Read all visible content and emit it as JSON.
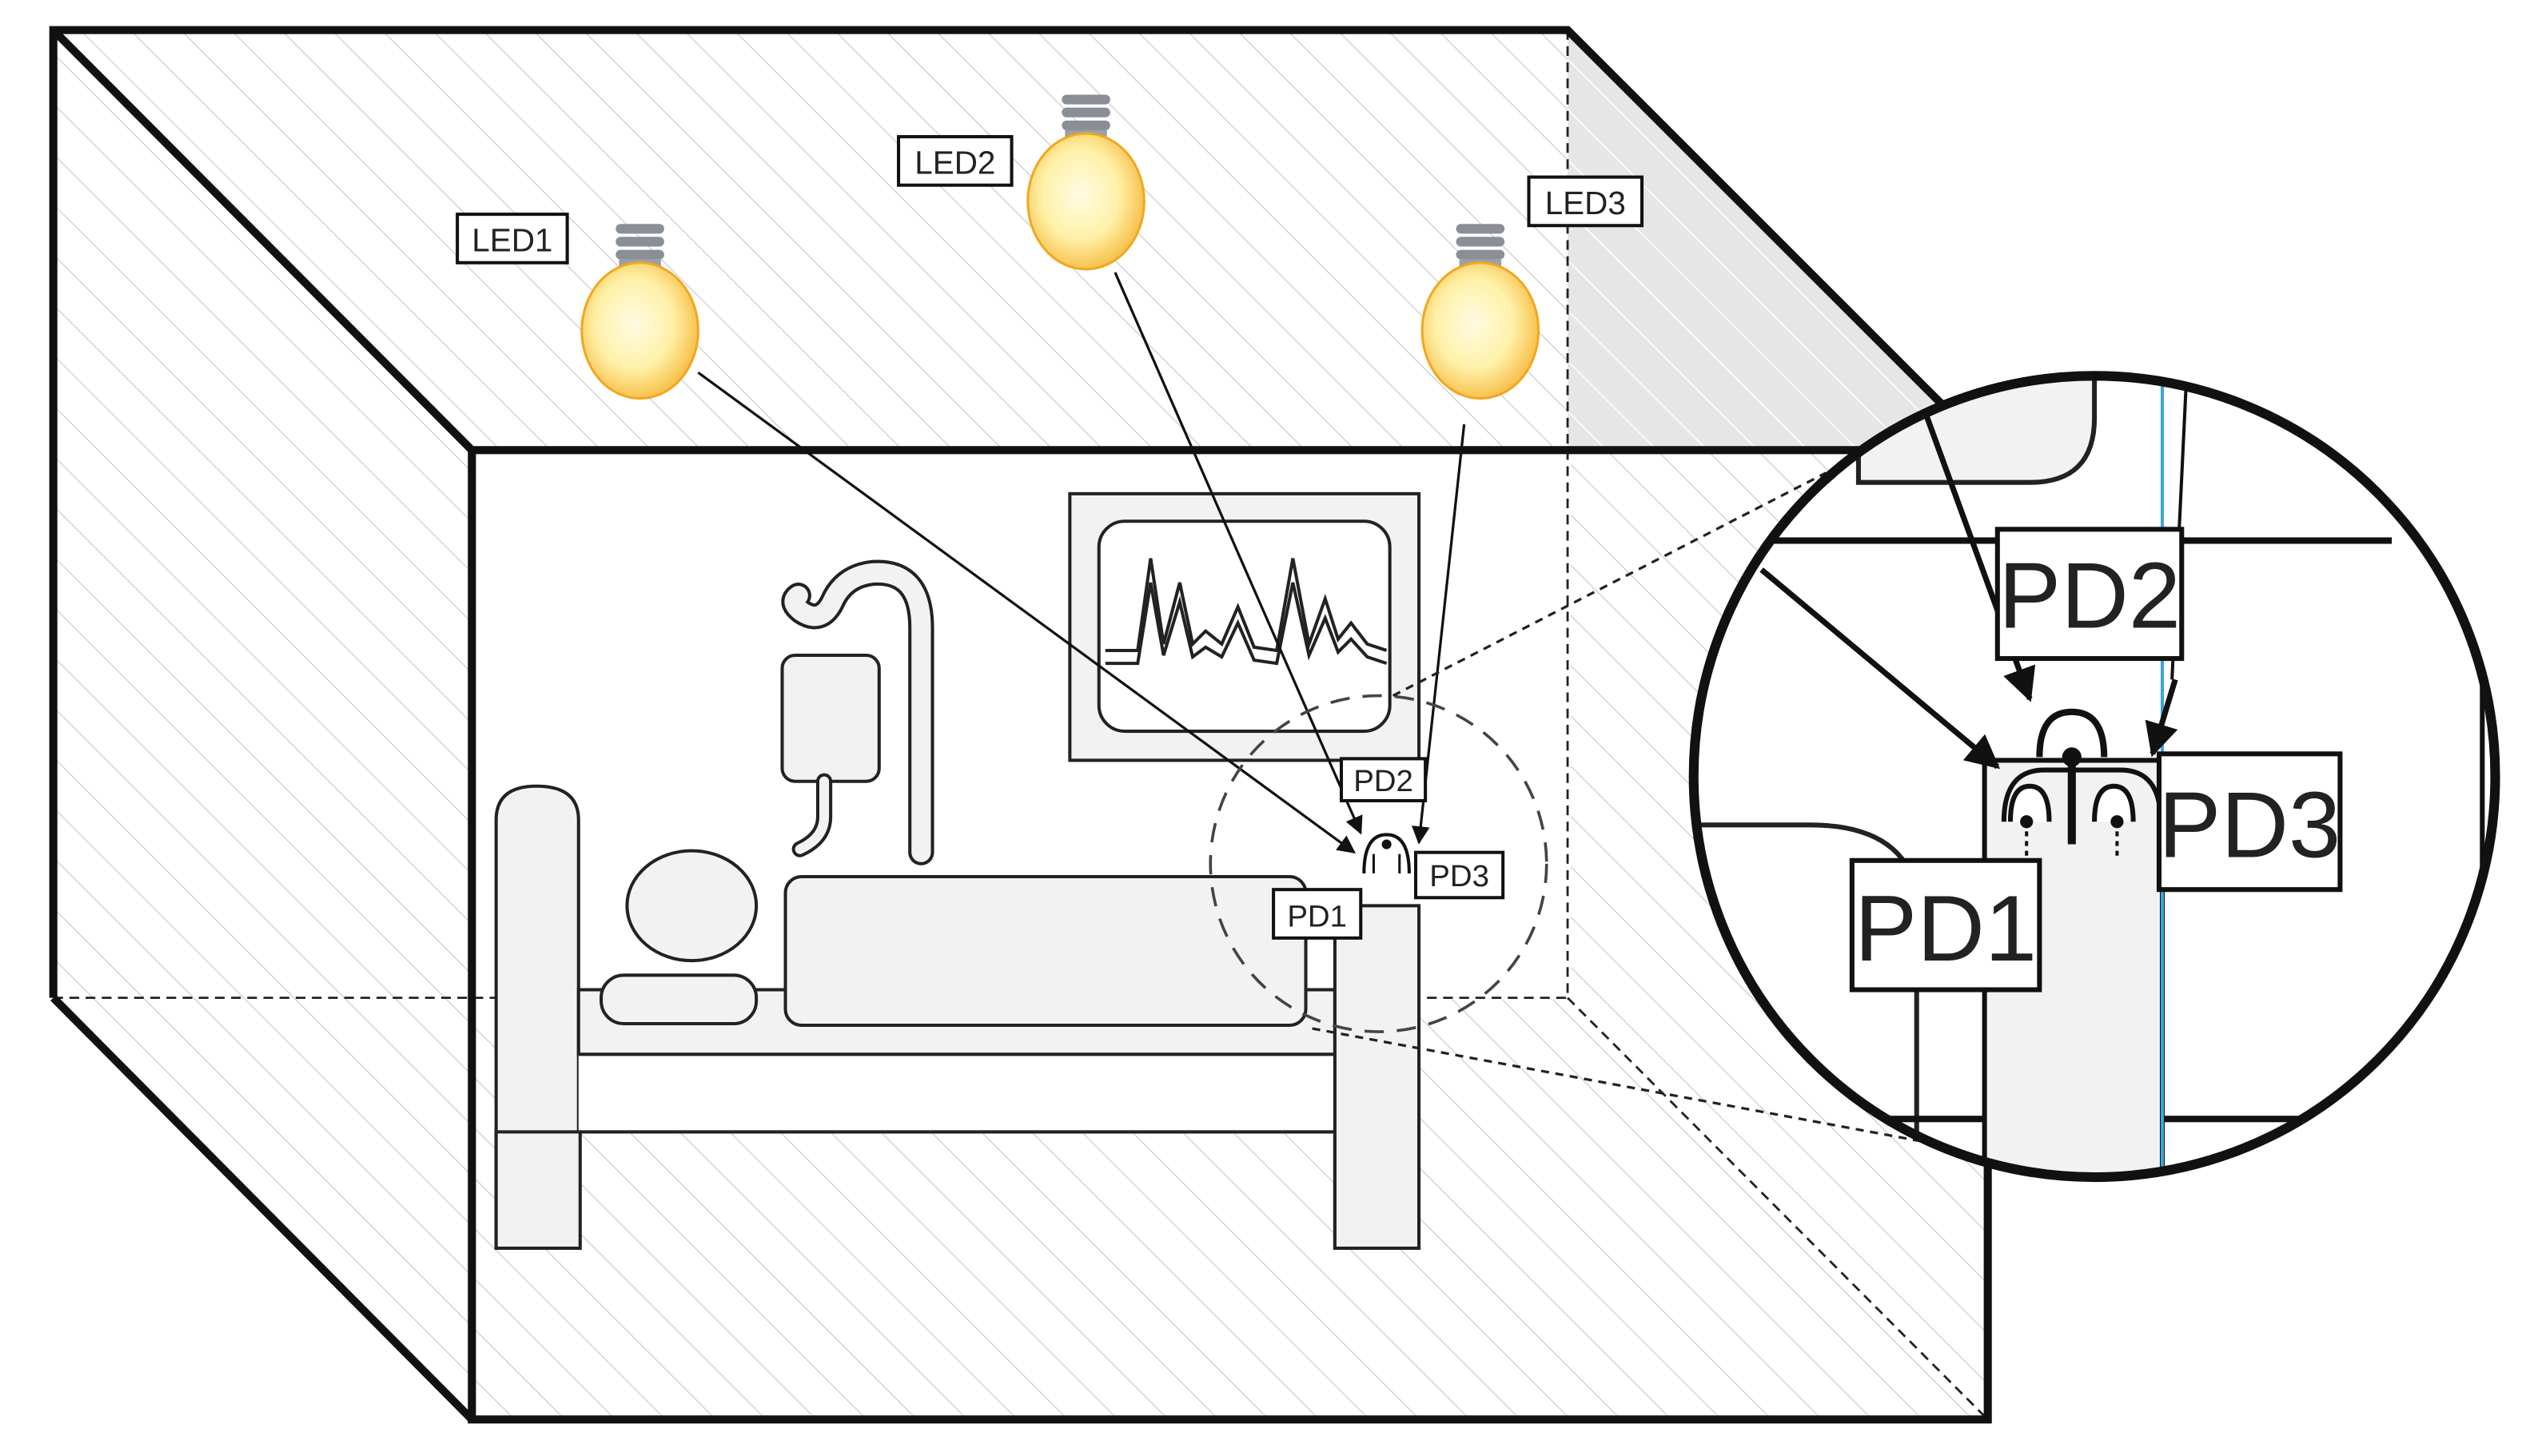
{
  "labels": {
    "led1": "LED1",
    "led2": "LED2",
    "led3": "LED3",
    "pd1": "PD1",
    "pd2": "PD2",
    "pd3": "PD3",
    "zoom_pd1": "PD1",
    "zoom_pd2": "PD2",
    "zoom_pd3": "PD3"
  },
  "icons": {
    "bulb": "light-bulb-icon",
    "monitor": "vital-signs-monitor-icon",
    "iv": "iv-drip-stand-icon",
    "bed": "hospital-bed-icon",
    "patient": "patient-icon",
    "sensor": "photodiode-sensor-icon",
    "magnifier": "magnified-inset-circle"
  },
  "colors": {
    "line": "#111111",
    "fill_light": "#f2f2f2",
    "hatch": "#cfcfcf",
    "bulb_glow": "#ffd24d",
    "bulb_inner": "#fff6c9",
    "bulb_base": "#8a8f96",
    "sensor_accent": "#3aa6dd"
  }
}
